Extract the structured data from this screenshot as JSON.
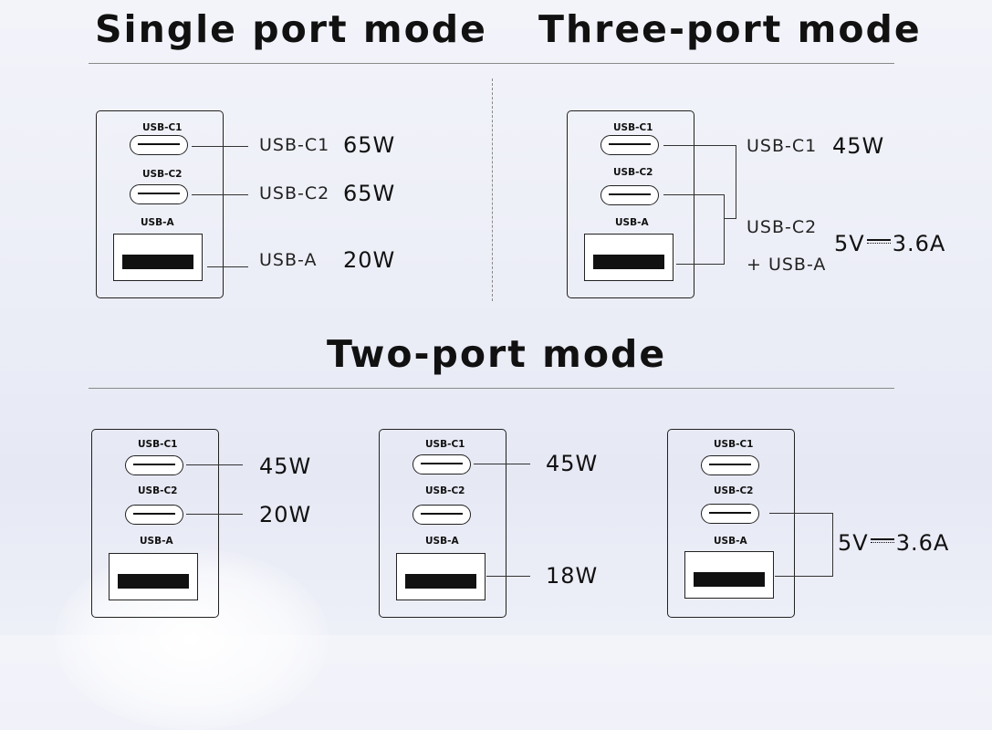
{
  "headings": {
    "single": "Single port mode",
    "three": "Three-port mode",
    "two": "Two-port mode"
  },
  "port_labels": {
    "c1": "USB-C1",
    "c2": "USB-C2",
    "a": "USB-A"
  },
  "single_port": {
    "rows": [
      {
        "label": "USB-C1",
        "power": "65W"
      },
      {
        "label": "USB-C2",
        "power": "65W"
      },
      {
        "label": "USB-A",
        "power": "20W"
      }
    ]
  },
  "three_port": {
    "c1": {
      "label": "USB-C1",
      "power": "45W"
    },
    "combo": {
      "label_line1": "USB-C2",
      "label_line2": "+ USB-A",
      "volts": "5V",
      "amps": "3.6A"
    }
  },
  "two_port": {
    "panel1": {
      "c1_power": "45W",
      "c2_power": "20W"
    },
    "panel2": {
      "c1_power": "45W",
      "a_power": "18W"
    },
    "panel3": {
      "volts": "5V",
      "amps": "3.6A"
    }
  }
}
